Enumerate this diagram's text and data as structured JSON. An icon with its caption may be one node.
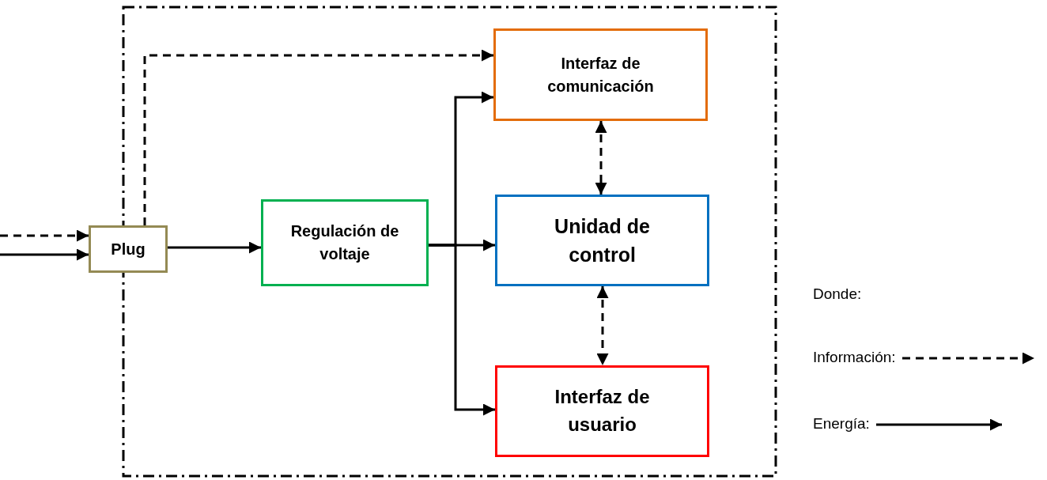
{
  "diagram": {
    "nodes": [
      {
        "text": [
          "Plug"
        ]
      },
      {
        "text": [
          "Regulación de voltaje"
        ]
      },
      {
        "text": [
          "Interfaz de comunicación"
        ]
      },
      {
        "text": [
          "Unidad de control"
        ]
      },
      {
        "text": [
          "Interfaz de usuario"
        ]
      }
    ],
    "edges": [
      {
        "from": null,
        "to": 0,
        "arrow": "to",
        "style": "dashed"
      },
      {
        "from": null,
        "to": 0,
        "arrow": "to"
      },
      {
        "from": 0,
        "to": 2,
        "arrow": "to",
        "style": "dashed"
      },
      {
        "from": 0,
        "to": 1,
        "arrow": "to"
      },
      {
        "from": 1,
        "to": 2,
        "arrow": "to"
      },
      {
        "from": 1,
        "to": 3,
        "arrow": "to"
      },
      {
        "from": 1,
        "to": 4,
        "arrow": "to"
      },
      {
        "from": 2,
        "to": 3,
        "arrow": "both",
        "style": "dashed"
      },
      {
        "from": 3,
        "to": 4,
        "arrow": "both",
        "style": "dashed"
      }
    ],
    "labels": [
      "Donde:"
    ],
    "legend": [
      {
        "text": "Información:"
      },
      {
        "text": "Energía:"
      }
    ]
  }
}
